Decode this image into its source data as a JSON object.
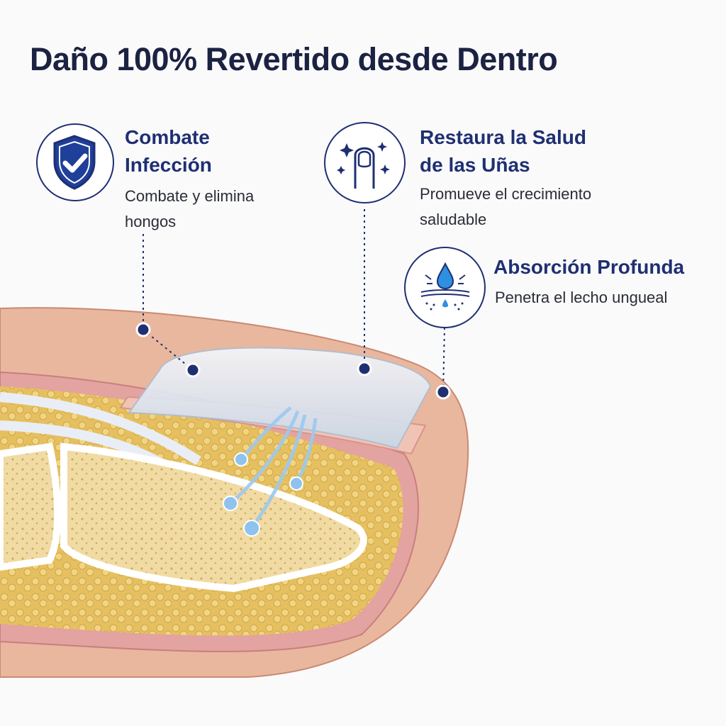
{
  "title": "Daño 100% Revertido desde Dentro",
  "features": [
    {
      "icon": "shield-check-icon",
      "title_line1": "Combate",
      "title_line2": "Infección",
      "desc_line1": "Combate y elimina",
      "desc_line2": "hongos"
    },
    {
      "icon": "fingernail-sparkle-icon",
      "title_line1": "Restaura la Salud",
      "title_line2": "de las Uñas",
      "desc_line1": "Promueve el crecimiento",
      "desc_line2": "saludable"
    },
    {
      "icon": "droplet-absorption-icon",
      "title_line1": "Absorción Profunda",
      "desc_line1": "Penetra el lecho ungueal"
    }
  ],
  "colors": {
    "navy": "#1f2f72",
    "skin": "#e9b79d",
    "fat": "#e8c463",
    "bone": "#f2dca5",
    "serum": "#8fc3ee"
  }
}
